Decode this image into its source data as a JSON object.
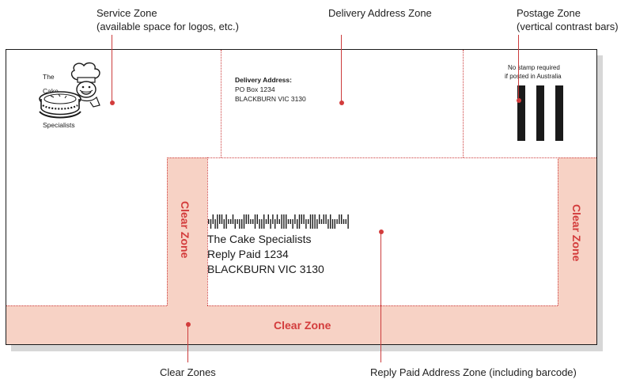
{
  "labels": {
    "service_zone_title": "Service Zone",
    "service_zone_sub": "(available space for logos, etc.)",
    "delivery_zone": "Delivery Address Zone",
    "postage_zone_title": "Postage Zone",
    "postage_zone_sub": "(vertical contrast bars)",
    "clear_zones": "Clear Zones",
    "reply_paid_zone": "Reply Paid Address Zone (including barcode)"
  },
  "logo": {
    "line1": "The",
    "line2": "Cake",
    "line3": "Specialists"
  },
  "delivery_address": {
    "heading": "Delivery Address:",
    "line1": "PO Box 1234",
    "line2": "BLACKBURN  VIC  3130"
  },
  "postage": {
    "line1": "No stamp required",
    "line2": "if posted in Australia"
  },
  "reply_address": {
    "line1": "The Cake Specialists",
    "line2": "Reply Paid 1234",
    "line3": "BLACKBURN  VIC  3130"
  },
  "clear_zone_text": "Clear Zone",
  "colors": {
    "clear_zone_fill": "#f7d2c5",
    "accent_red": "#d33c3c",
    "envelope_border": "#1a1a1a"
  }
}
